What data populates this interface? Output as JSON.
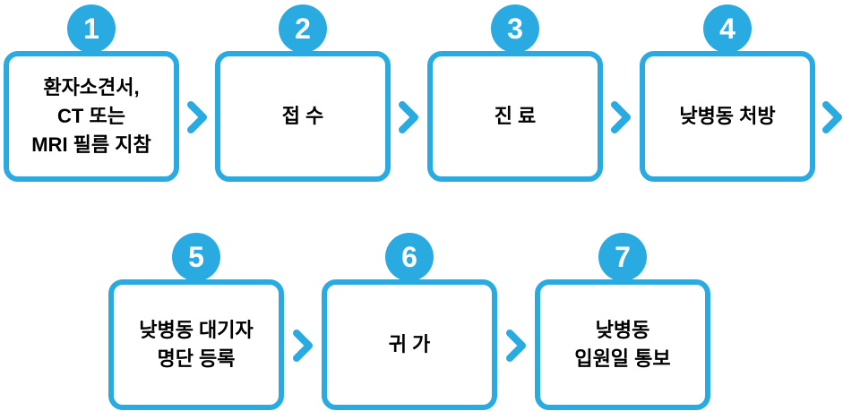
{
  "flow": {
    "title_hint": "day-ward-admission-process",
    "accent_color": "#29abe2",
    "text_color": "#000000",
    "number_color": "#ffffff",
    "steps": [
      {
        "number": "1",
        "label": "환자소견서,\nCT 또는\nMRI 필름 지참"
      },
      {
        "number": "2",
        "label": "접 수"
      },
      {
        "number": "3",
        "label": "진 료"
      },
      {
        "number": "4",
        "label": "낮병동 처방"
      },
      {
        "number": "5",
        "label": "낮병동 대기자\n명단 등록"
      },
      {
        "number": "6",
        "label": "귀 가"
      },
      {
        "number": "7",
        "label": "낮병동\n입원일 통보"
      }
    ],
    "connector_icon": "chevron-right"
  }
}
